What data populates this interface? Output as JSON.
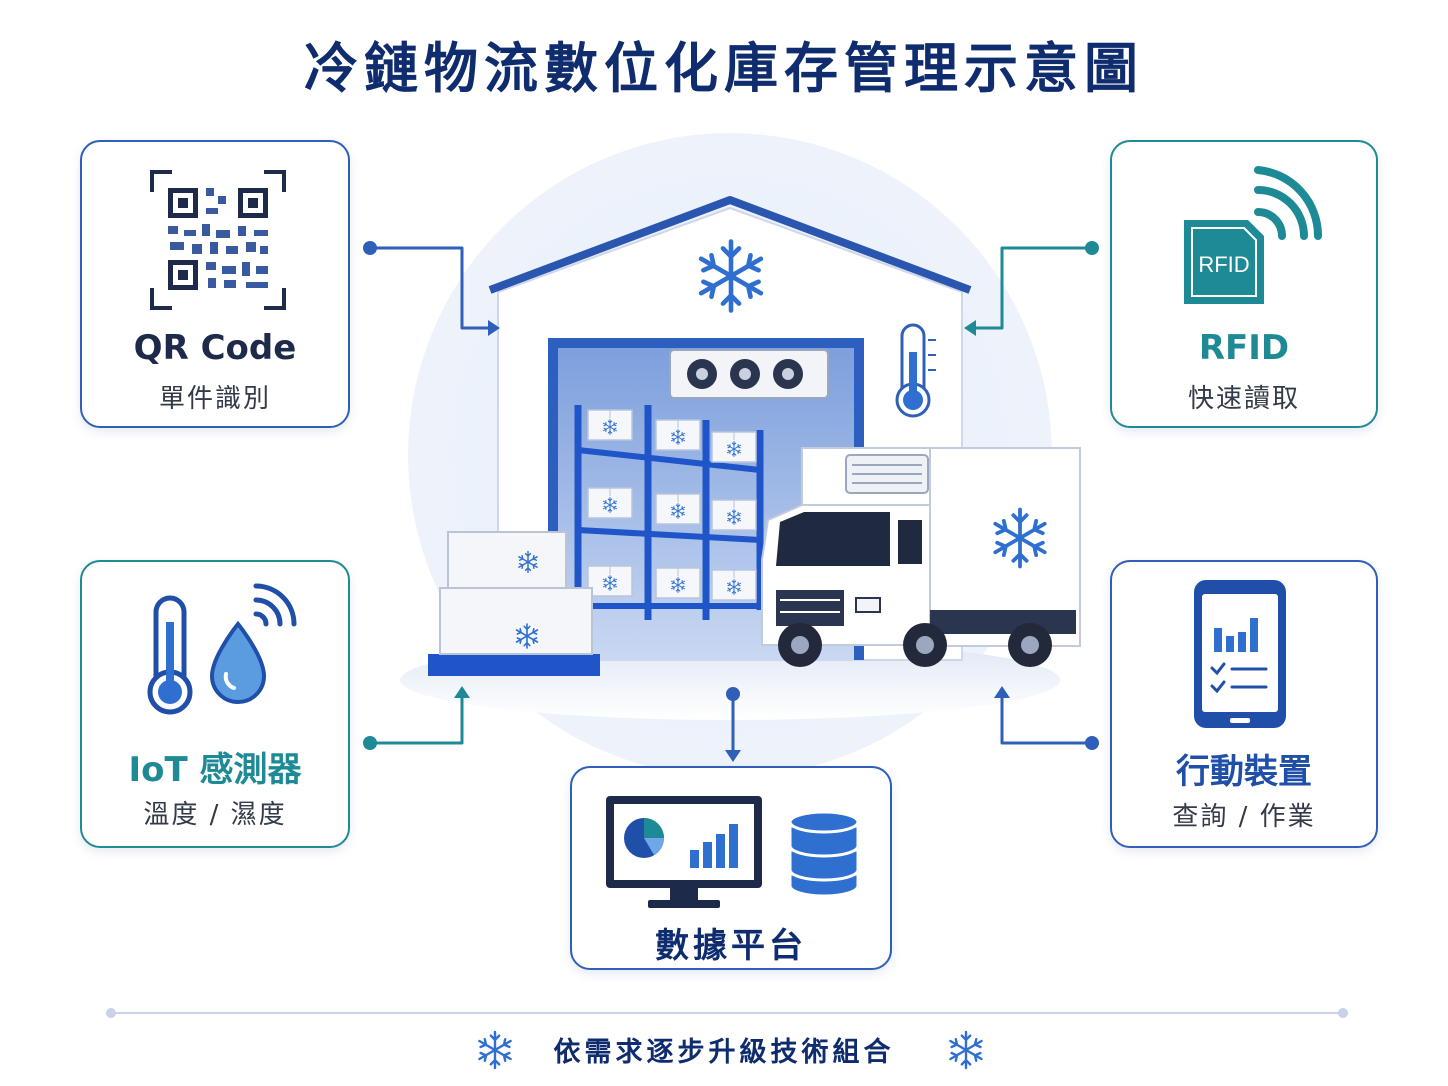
{
  "title": "冷鏈物流數位化庫存管理示意圖",
  "cards": {
    "qr": {
      "label": "QR Code",
      "sub": "單件識別"
    },
    "rfid": {
      "label": "RFID",
      "sub": "快速讀取",
      "chip_text": "RFID"
    },
    "iot": {
      "label": "IoT 感測器",
      "sub": "溫度 / 濕度"
    },
    "mobile": {
      "label": "行動裝置",
      "sub": "查詢 / 作業"
    },
    "platform": {
      "label": "數據平台"
    }
  },
  "footer": "依需求逐步升級技術組合",
  "colors": {
    "navy": "#0e2c6e",
    "blue": "#2f5fb8",
    "teal": "#1e8a96"
  }
}
